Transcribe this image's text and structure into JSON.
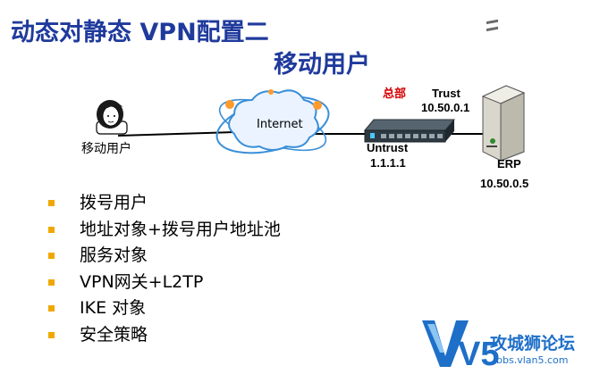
{
  "slide": {
    "title_line1": "动态对静态 VPN配置二",
    "title_line2": "移动用户"
  },
  "diagram": {
    "mobile_user_label": "移动用户",
    "cloud_label": "Internet",
    "hq_label": "总部",
    "trust_label": "Trust",
    "trust_ip": "10.50.0.1",
    "untrust_label": "Untrust",
    "untrust_ip": "1.1.1.1",
    "server_label": "ERP",
    "server_ip": "10.50.0.5",
    "colors": {
      "hq_red": "#d40000",
      "title_blue": "#1f3a9c",
      "bullet_orange": "#f0a800"
    }
  },
  "bullets": [
    "拨号用户",
    "地址对象+拨号用户地址池",
    "服务对象",
    "VPN网关+L2TP",
    "IKE 对象",
    "安全策略"
  ],
  "watermark": {
    "logo_text": "V5",
    "site_name": "攻城狮论坛",
    "url": "bbs.vlan5.com"
  }
}
